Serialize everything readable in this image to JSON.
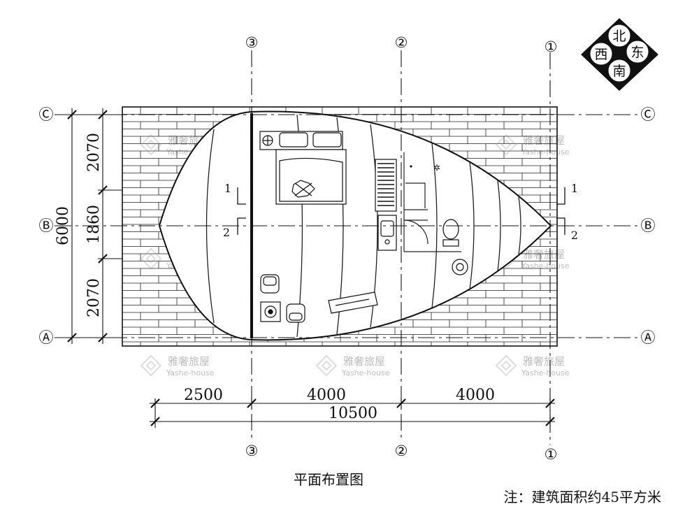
{
  "grid": {
    "vertical": [
      "③",
      "②",
      "①"
    ],
    "horizontal": [
      "Ⓒ",
      "Ⓑ",
      "Ⓐ"
    ]
  },
  "dims": {
    "left": {
      "total": "6000",
      "top": "2070",
      "middle": "1860",
      "bottom": "2070"
    },
    "bottom": {
      "seg1": "2500",
      "seg2": "4000",
      "seg3": "4000",
      "total": "10500"
    }
  },
  "section_marks": {
    "left": [
      "1",
      "2"
    ],
    "right": [
      "1",
      "2"
    ]
  },
  "compass": {
    "north": "北",
    "west": "西",
    "east": "东",
    "south": "南"
  },
  "watermark": {
    "cn": "雅奢旅屋",
    "en": "Yashe-house"
  },
  "caption": "平面布置图",
  "note": "注：建筑面积约45平方米"
}
